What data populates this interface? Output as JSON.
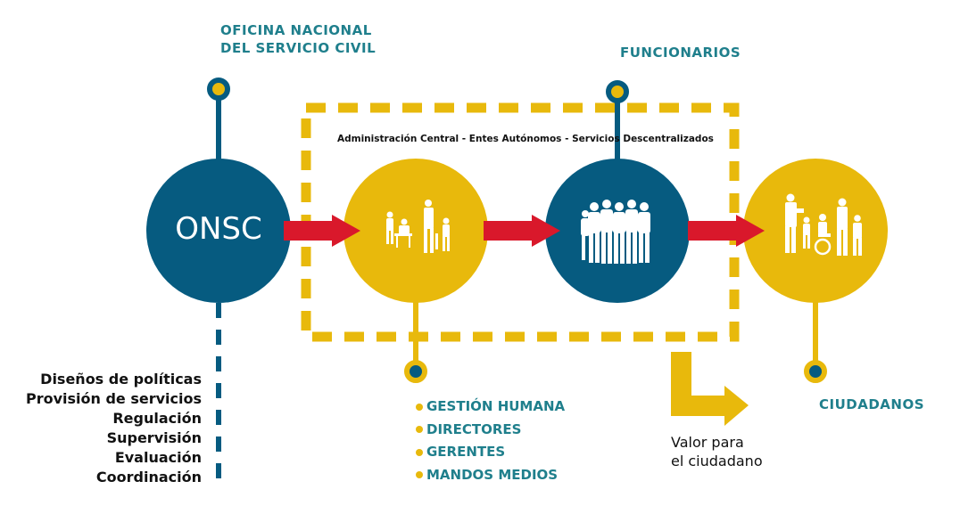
{
  "colors": {
    "teal": "#065b80",
    "yellow": "#e8b90c",
    "red": "#d9182b",
    "title_teal": "#1f7f8c"
  },
  "onsc_title": [
    "OFICINA NACIONAL",
    "DEL SERVICIO CIVIL"
  ],
  "onsc_label": "ONSC",
  "funcionarios_title": "FUNCIONARIOS",
  "ciudadanos_title": "CIUDADANOS",
  "admin_label": "Administración Central - Entes Autónomos - Servicios Descentralizados",
  "onsc_functions": [
    "Diseños de políticas",
    "Provisión de servicios",
    "Regulación",
    "Supervisión",
    "Evaluación",
    "Coordinación"
  ],
  "management_roles": [
    "GESTIÓN HUMANA",
    "DIRECTORES",
    "GERENTES",
    "MANDOS MEDIOS"
  ],
  "valor_label": [
    "Valor para",
    "el ciudadano"
  ],
  "icons": [
    "people-group-icon",
    "crowd-icon",
    "citizens-icon"
  ]
}
